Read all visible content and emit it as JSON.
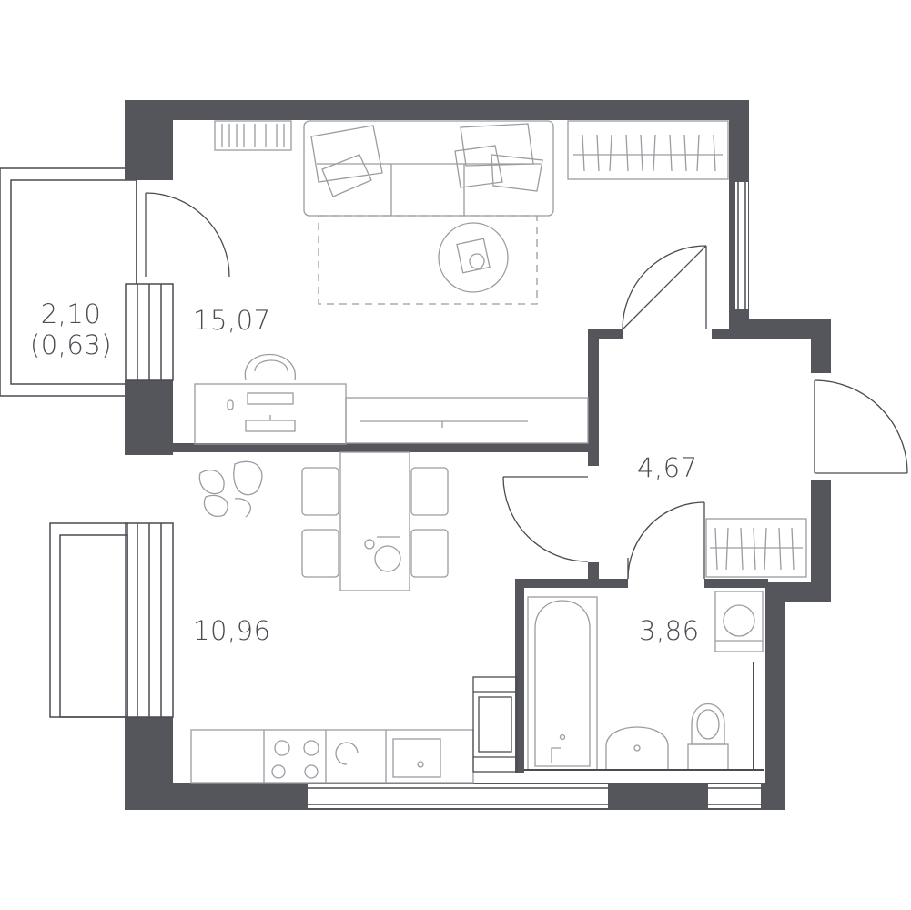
{
  "colors": {
    "wall": "#54565b",
    "furniture": "#9a9ca0",
    "line": "#4a4c52",
    "background": "#ffffff"
  },
  "rooms": {
    "balcony": {
      "area": "2,10",
      "area_reduced": "(0,63)"
    },
    "living": {
      "area": "15,07"
    },
    "kitchen": {
      "area": "10,96"
    },
    "hall": {
      "area": "4,67"
    },
    "bathroom": {
      "area": "3,86"
    }
  }
}
